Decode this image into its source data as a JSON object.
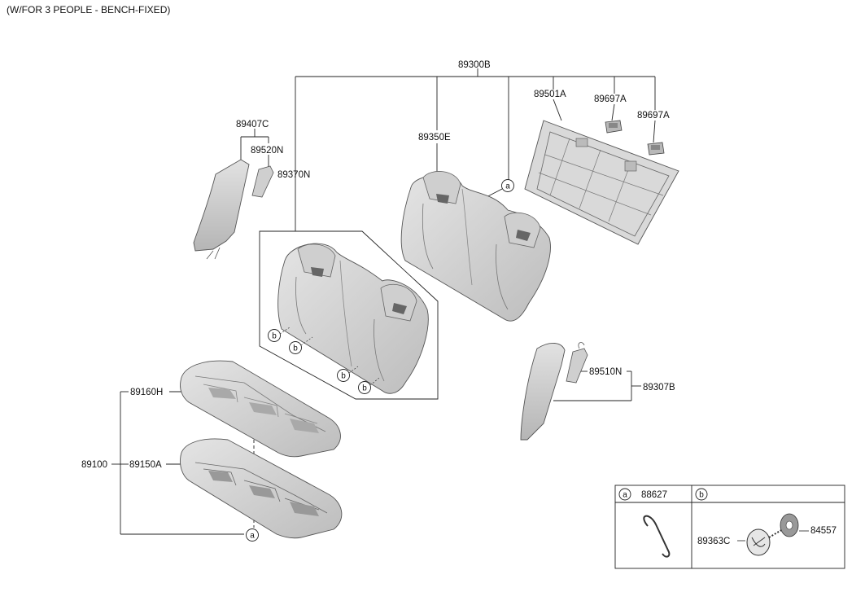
{
  "header": {
    "title": "(W/FOR 3 PEOPLE - BENCH-FIXED)"
  },
  "parts": {
    "p89300B": "89300B",
    "p89501A": "89501A",
    "p89697A_1": "89697A",
    "p89697A_2": "89697A",
    "p89407C": "89407C",
    "p89520N": "89520N",
    "p89370N": "89370N",
    "p89350E": "89350E",
    "p89510N": "89510N",
    "p89307B": "89307B",
    "p89160H": "89160H",
    "p89100": "89100",
    "p89150A": "89150A"
  },
  "callouts": {
    "a": "a",
    "b": "b"
  },
  "legend": {
    "a_letter": "a",
    "a_part": "88627",
    "b_letter": "b",
    "b_part_1": "89363C",
    "b_part_2": "84557"
  },
  "colors": {
    "part_fill": "#dcdcdc",
    "part_dark": "#9a9a9a",
    "line": "#222222"
  }
}
